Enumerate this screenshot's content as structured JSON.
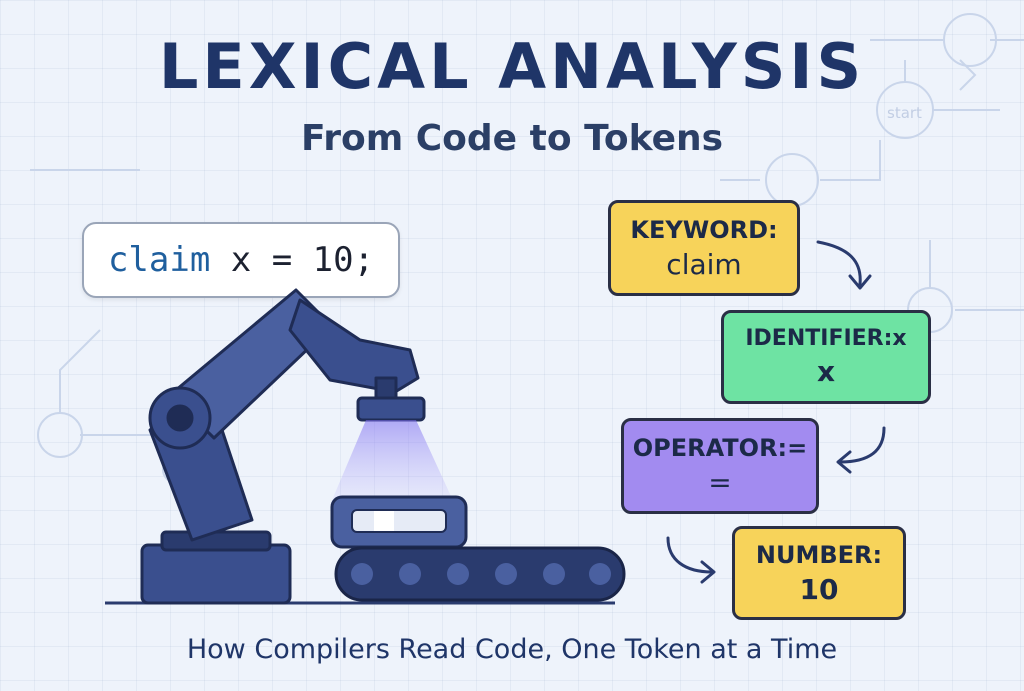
{
  "header": {
    "title": "LEXICAL ANALYSIS",
    "subtitle": "From Code to Tokens"
  },
  "code": {
    "keyword": "claim",
    "rest": " x = 10;"
  },
  "tokens": [
    {
      "label": "KEYWORD:",
      "value": "claim",
      "color": "#f7d35a"
    },
    {
      "label": "IDENTIFIER:x",
      "value": "x",
      "color": "#6ee3a3"
    },
    {
      "label": "OPERATOR:=",
      "value": "=",
      "color": "#a28bf0"
    },
    {
      "label": "NUMBER:",
      "value": "10",
      "color": "#f7d35a"
    }
  ],
  "background": {
    "state_label": "start"
  },
  "footer": {
    "tagline": "How Compilers Read Code, One Token at a Time"
  },
  "colors": {
    "title": "#1f3568",
    "robot": "#3a4f8e",
    "robot_dark": "#2a3b6e",
    "scan_light": "#7b6cf0"
  }
}
